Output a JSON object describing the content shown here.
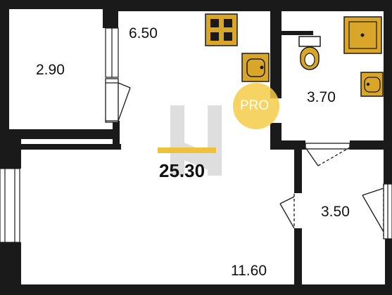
{
  "rooms": {
    "balcony": "2.90",
    "kitchen": "6.50",
    "bathroom": "3.70",
    "hall": "3.50",
    "living": "11.60"
  },
  "total_area": "25.30",
  "badge": "PRO",
  "colors": {
    "wall": "#1a1a1a",
    "fixture": "#d9a62a",
    "badge": "#f3cc48",
    "watermark": "#d8d8d8"
  }
}
